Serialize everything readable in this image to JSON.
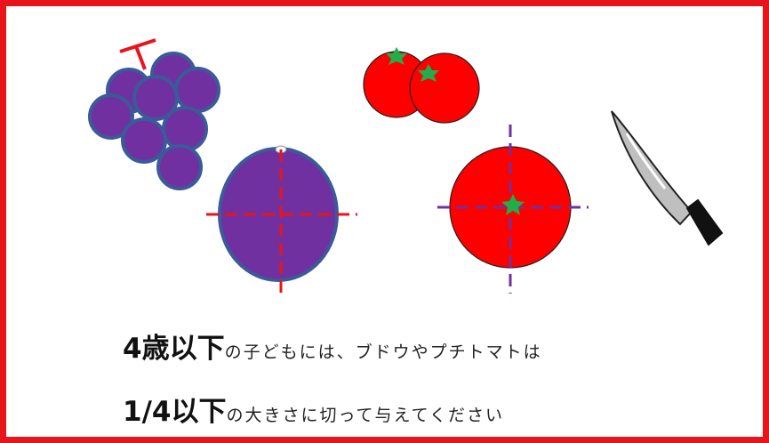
{
  "caption": {
    "line1": {
      "bold": "4歳以下",
      "rest": "の子どもには、ブドウやプチトマトは"
    },
    "line2": {
      "bold": "1/4以下",
      "rest": "の大きさに切って与えてください"
    }
  },
  "icons": [
    "grape-bunch-icon",
    "cut-grape-icon",
    "cherry-tomato-pair-icon",
    "cut-cherry-tomato-icon",
    "knife-icon"
  ],
  "colors": {
    "border": "#e8141b",
    "grape_fill": "#7030a0",
    "grape_stroke": "#3a5a9a",
    "tomato_fill": "#ff0000",
    "stem_green": "#1fae4a",
    "grape_cut_line": "#e8141b",
    "tomato_cut_line": "#7030a0"
  }
}
